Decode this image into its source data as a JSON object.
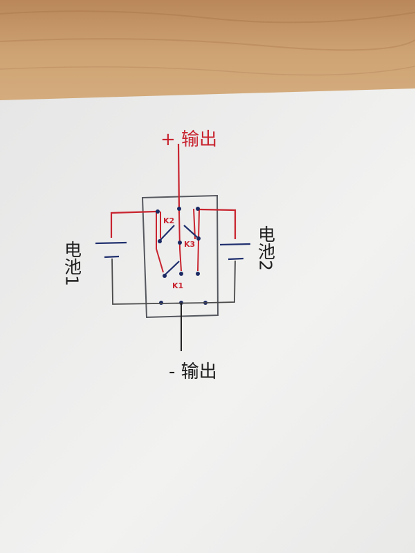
{
  "labels": {
    "positive_output": "+ 输出",
    "negative_output": "- 输出",
    "battery1": "电池1",
    "battery2": "电池2",
    "k1": "K1",
    "k2": "K2",
    "k3": "K3"
  },
  "colors": {
    "red_wire": "#c8242f",
    "blue_wire": "#20306e",
    "gray_line": "#4a4a4a",
    "paper": "#efefee",
    "wood": "#c59a6a"
  }
}
